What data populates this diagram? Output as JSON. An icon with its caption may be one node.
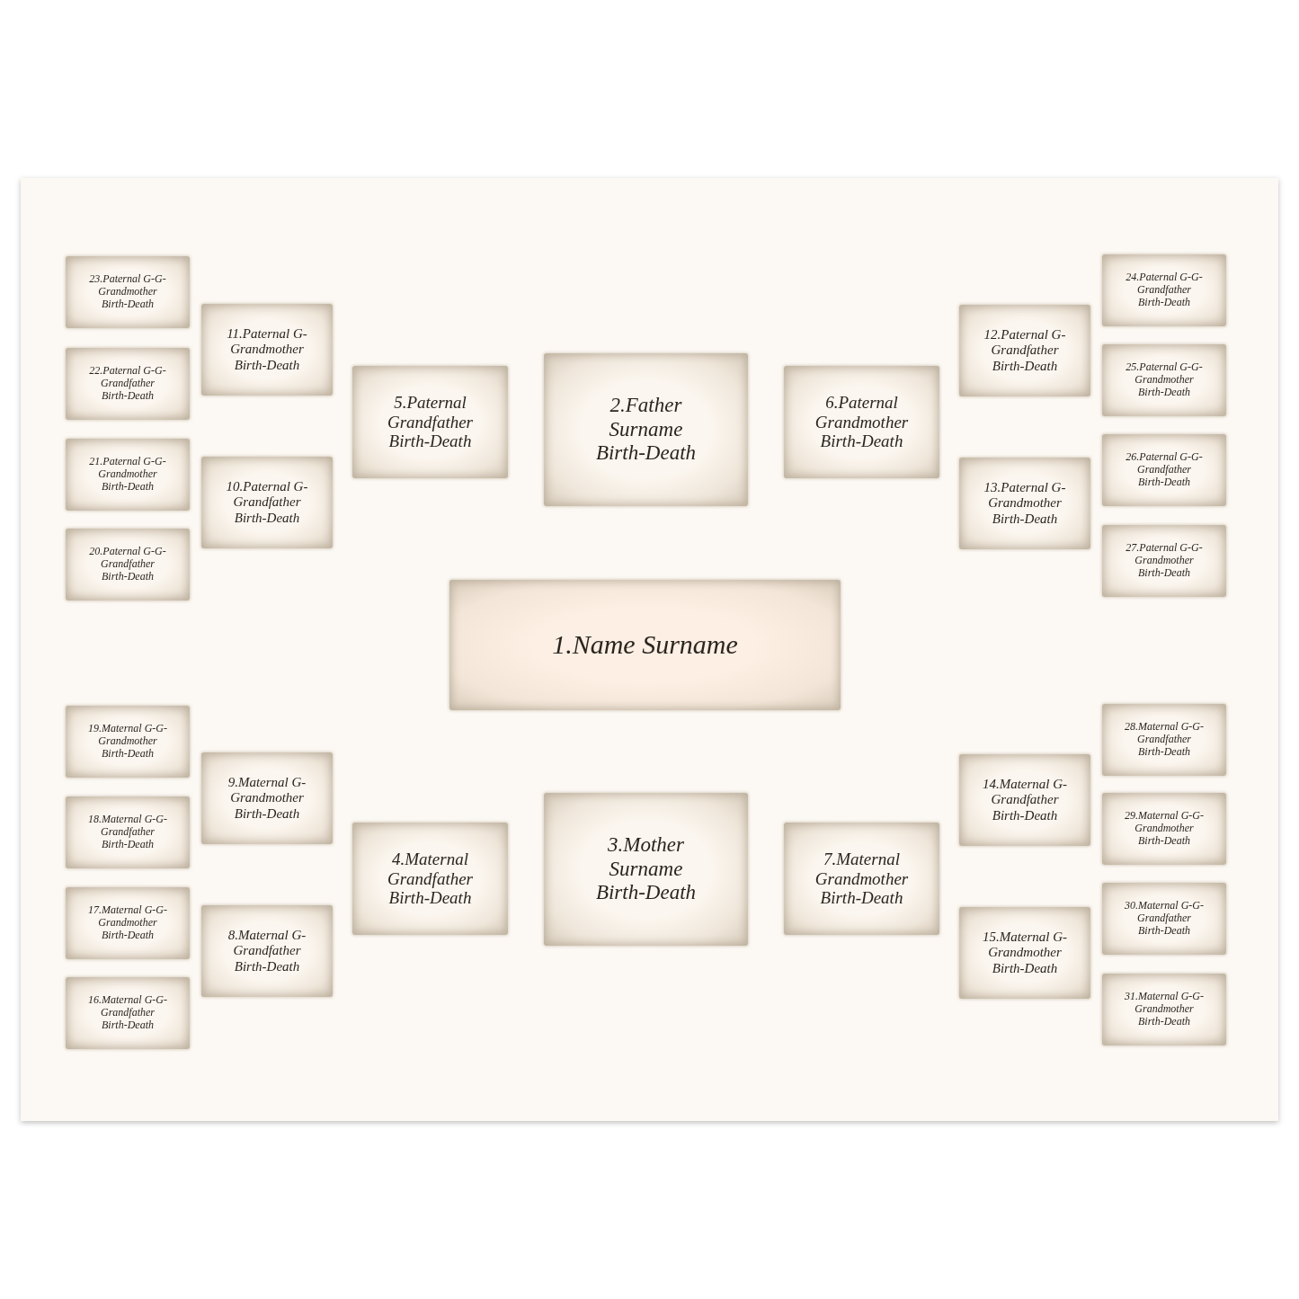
{
  "diagram": {
    "nodes": [
      {
        "text": [
          "1.Name Surname"
        ]
      },
      {
        "text": [
          "2.Father Surname",
          "Birth-Death"
        ]
      },
      {
        "text": [
          "3.Mother Surname",
          "Birth-Death"
        ]
      },
      {
        "text": [
          "4.Maternal Grandfather",
          "Birth-Death"
        ]
      },
      {
        "text": [
          "5.Paternal Grandfather",
          "Birth-Death"
        ]
      },
      {
        "text": [
          "6.Paternal Grandmother",
          "Birth-Death"
        ]
      },
      {
        "text": [
          "7.Maternal Grandmother",
          "Birth-Death"
        ]
      },
      {
        "text": [
          "8.Maternal G-Grandfather",
          "Birth-Death"
        ]
      },
      {
        "text": [
          "9.Maternal G-Grandmother",
          "Birth-Death"
        ]
      },
      {
        "text": [
          "10.Paternal G-Grandfather",
          "Birth-Death"
        ]
      },
      {
        "text": [
          "11.Paternal G-Grandmother",
          "Birth-Death"
        ]
      },
      {
        "text": [
          "12.Paternal G-Grandfather",
          "Birth-Death"
        ]
      },
      {
        "text": [
          "13.Paternal G-Grandmother",
          "Birth-Death"
        ]
      },
      {
        "text": [
          "14.Maternal G-Grandfather",
          "Birth-Death"
        ]
      },
      {
        "text": [
          "15.Maternal G-Grandmother",
          "Birth-Death"
        ]
      },
      {
        "text": [
          "16.Maternal G-G-Grandfather",
          "Birth-Death"
        ]
      },
      {
        "text": [
          "17.Maternal G-G-Grandmother",
          "Birth-Death"
        ]
      },
      {
        "text": [
          "18.Maternal G-G-Grandfather",
          "Birth-Death"
        ]
      },
      {
        "text": [
          "19.Maternal G-G-Grandmother",
          "Birth-Death"
        ]
      },
      {
        "text": [
          "20.Paternal G-G-Grandfather",
          "Birth-Death"
        ]
      },
      {
        "text": [
          "21.Paternal G-G-Grandmother",
          "Birth-Death"
        ]
      },
      {
        "text": [
          "22.Paternal G-G-Grandfather",
          "Birth-Death"
        ]
      },
      {
        "text": [
          "23.Paternal G-G-Grandmother",
          "Birth-Death"
        ]
      },
      {
        "text": [
          "24.Paternal G-G-Grandfather",
          "Birth-Death"
        ]
      },
      {
        "text": [
          "25.Paternal G-G-Grandmother",
          "Birth-Death"
        ]
      },
      {
        "text": [
          "26.Paternal G-G-Grandfather",
          "Birth-Death"
        ]
      },
      {
        "text": [
          "27.Paternal G-G-Grandmother",
          "Birth-Death"
        ]
      },
      {
        "text": [
          "28.Maternal G-G-Grandfather",
          "Birth-Death"
        ]
      },
      {
        "text": [
          "29.Maternal G-G-Grandmother",
          "Birth-Death"
        ]
      },
      {
        "text": [
          "30.Maternal G-G-Grandfather",
          "Birth-Death"
        ]
      },
      {
        "text": [
          "31.Maternal G-G-Grandmother",
          "Birth-Death"
        ]
      }
    ]
  }
}
